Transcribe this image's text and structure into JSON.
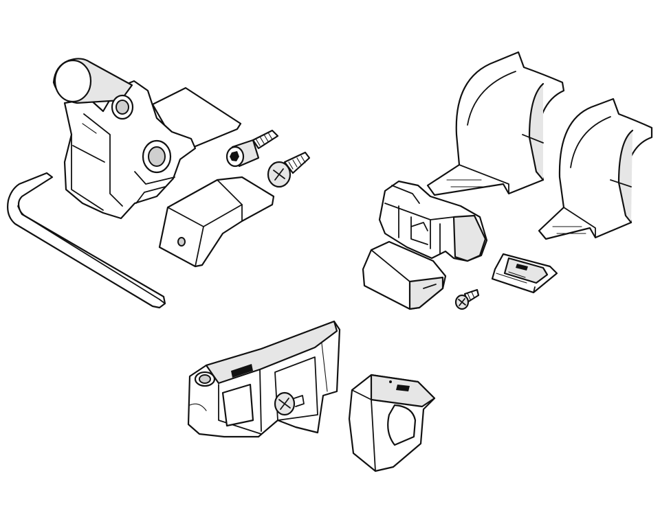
{
  "figure": {
    "type": "exploded-parts-illustration",
    "background": "#ffffff",
    "line_color": "#111111",
    "shade_color": "#e6e6e6",
    "parts": [
      {
        "id": "clamp-lever-body",
        "icon": "clamp-lever-icon"
      },
      {
        "id": "hex-allen-key",
        "icon": "allen-key-icon"
      },
      {
        "id": "socket-cap-bolt",
        "icon": "bolt-icon"
      },
      {
        "id": "phillips-screw-short",
        "icon": "screw-icon"
      },
      {
        "id": "lever-end-cap",
        "icon": "end-cap-icon"
      },
      {
        "id": "cradle-bracket-left",
        "icon": "cradle-icon"
      },
      {
        "id": "cradle-bracket-right",
        "icon": "cradle-icon"
      },
      {
        "id": "strap-buckle-housing",
        "icon": "buckle-housing-icon"
      },
      {
        "id": "buckle-cover",
        "icon": "cover-icon"
      },
      {
        "id": "small-screw",
        "icon": "screw-icon"
      },
      {
        "id": "ratchet-plate",
        "icon": "ratchet-plate-icon"
      },
      {
        "id": "strap-tensioner-lever",
        "icon": "tensioner-lever-icon"
      },
      {
        "id": "strap-clip",
        "icon": "strap-clip-icon"
      }
    ]
  }
}
